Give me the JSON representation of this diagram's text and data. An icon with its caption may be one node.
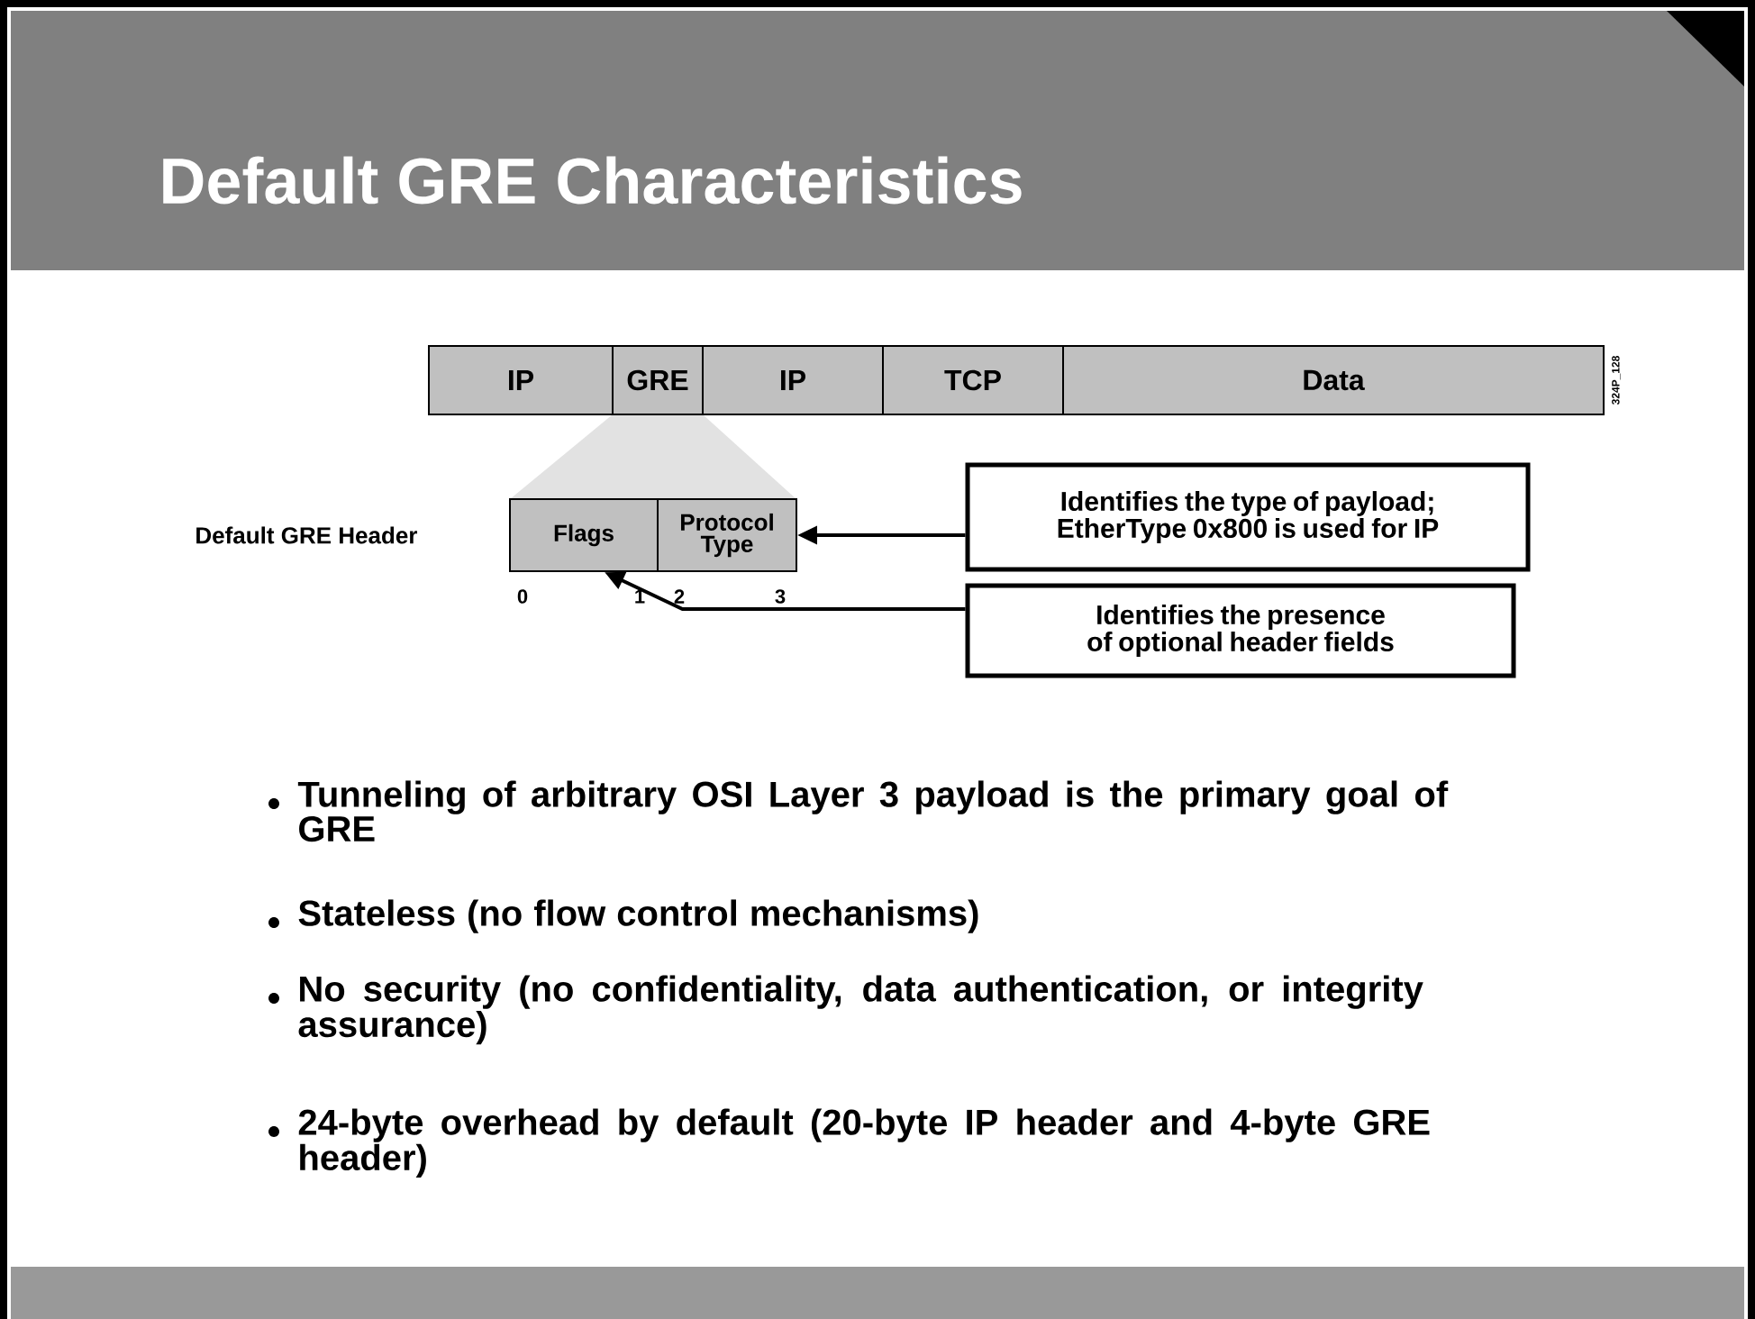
{
  "diagram": {
    "title": "Default GRE Characteristics",
    "nodes": [
      {
        "text": [
          "IP"
        ]
      },
      {
        "text": [
          "GRE"
        ]
      },
      {
        "text": [
          "IP"
        ]
      },
      {
        "text": [
          "TCP"
        ]
      },
      {
        "text": [
          "Data"
        ]
      },
      {
        "text": [
          "Flags"
        ]
      },
      {
        "text": [
          "Protocol Type"
        ]
      },
      {
        "text": [
          "Identifies the type of payload; EtherType 0x800 is used for IP"
        ]
      },
      {
        "text": [
          "Identifies the presence of optional header fields"
        ]
      }
    ],
    "edges": [
      {
        "from": 7,
        "to": 6,
        "arrow": "to"
      },
      {
        "from": 8,
        "to": 5,
        "arrow": "to"
      }
    ],
    "labels": [
      "Default GRE Header",
      "0",
      "1",
      "2",
      "3",
      "324P_128",
      "Tunneling of arbitrary OSI Layer 3 payload is the primary goal of GRE",
      "Stateless (no flow control mechanisms)",
      "No security (no confidentiality, data authentication, or integrity assurance)",
      "24-byte overhead by default (20-byte IP header and 4-byte GRE header)"
    ]
  }
}
